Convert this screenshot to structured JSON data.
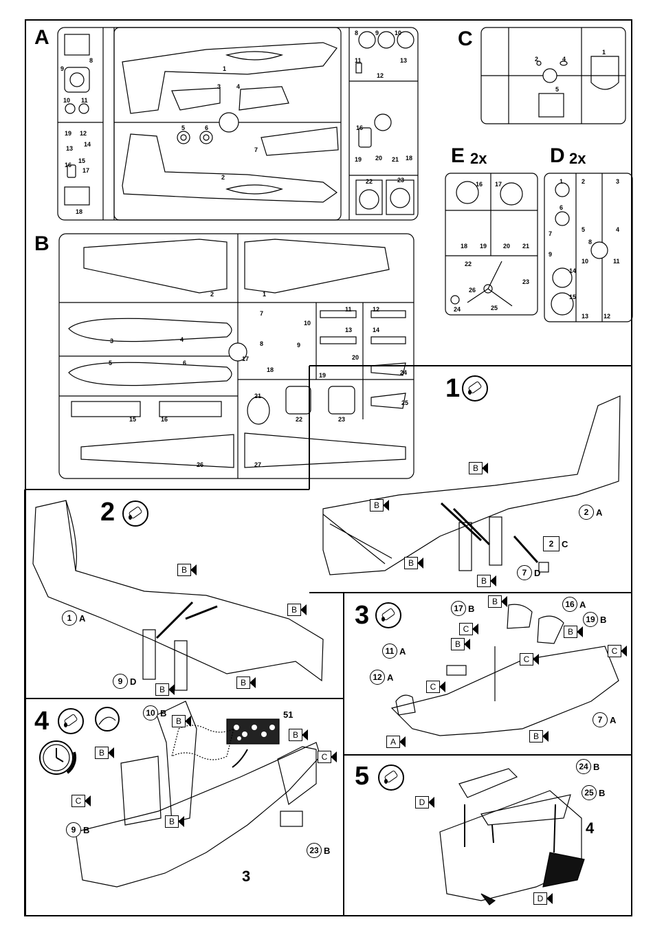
{
  "sprues": {
    "A": {
      "letter": "A",
      "nums": [
        "8",
        "9",
        "10",
        "11",
        "19",
        "12",
        "13",
        "14",
        "15",
        "16",
        "17",
        "18",
        "1",
        "3",
        "4",
        "5",
        "6",
        "7",
        "2",
        "8",
        "9",
        "10",
        "11",
        "12",
        "13",
        "16",
        "19",
        "20",
        "21",
        "18",
        "22",
        "23"
      ]
    },
    "B": {
      "letter": "B",
      "nums": [
        "2",
        "1",
        "7",
        "10",
        "8",
        "9",
        "11",
        "12",
        "13",
        "14",
        "3",
        "4",
        "5",
        "6",
        "17",
        "18",
        "19",
        "20",
        "24",
        "15",
        "16",
        "21",
        "22",
        "23",
        "25",
        "26",
        "27"
      ]
    },
    "C": {
      "letter": "C",
      "nums": [
        "1",
        "2",
        "4",
        "5"
      ]
    },
    "E": {
      "letter": "E",
      "qty": "2x",
      "nums": [
        "16",
        "17",
        "18",
        "19",
        "20",
        "21",
        "22",
        "26",
        "23",
        "24",
        "25"
      ]
    },
    "D": {
      "letter": "D",
      "qty": "2x",
      "nums": [
        "1",
        "2",
        "3",
        "6",
        "5",
        "4",
        "7",
        "8",
        "9",
        "10",
        "11",
        "14",
        "15",
        "13",
        "12"
      ]
    }
  },
  "steps": {
    "s1": {
      "num": "1",
      "c1": "2",
      "c1s": "A",
      "c2": "2",
      "c2s": "C",
      "c3": "7",
      "c3s": "D",
      "flag": "B"
    },
    "s2": {
      "num": "2",
      "c1": "1",
      "c1s": "A",
      "c2": "9",
      "c2s": "D",
      "flag": "B"
    },
    "s3": {
      "num": "3",
      "a": "17",
      "as": "B",
      "b": "16",
      "bs": "A",
      "c": "19",
      "cs": "B",
      "d": "11",
      "ds": "A",
      "e": "12",
      "es": "A",
      "f": "7",
      "fs": "A",
      "flagB": "B",
      "flagC": "C",
      "flagA": "A"
    },
    "s4": {
      "num": "4",
      "a": "10",
      "as": "B",
      "b": "51",
      "c": "9",
      "cs": "B",
      "d": "23",
      "ds": "B",
      "e": "3",
      "flagB": "B",
      "flagC": "C"
    },
    "s5": {
      "num": "5",
      "a": "24",
      "as": "B",
      "b": "25",
      "bs": "B",
      "c": "4",
      "flagD": "D"
    }
  }
}
